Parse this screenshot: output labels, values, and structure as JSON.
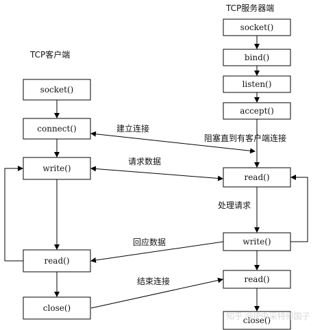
{
  "client": {
    "title": "TCP客户端",
    "boxes": [
      "socket()",
      "connect()",
      "write()",
      "read()",
      "close()"
    ]
  },
  "server": {
    "title": "TCP服务器端",
    "boxes": [
      "socket()",
      "bind()",
      "listen()",
      "accept()",
      "read()",
      "write()",
      "read()",
      "close()"
    ]
  },
  "labels": {
    "establish": "建立连接",
    "blocked": "阻塞直到有客户端连接",
    "request": "请求数据",
    "process": "处理请求",
    "reply": "回应数据",
    "end": "结束连接"
  },
  "watermark": "知乎 @IP中采特师国子",
  "colors": {
    "line": "#000000",
    "box_border": "#000000",
    "box_fill": "#ffffff"
  }
}
